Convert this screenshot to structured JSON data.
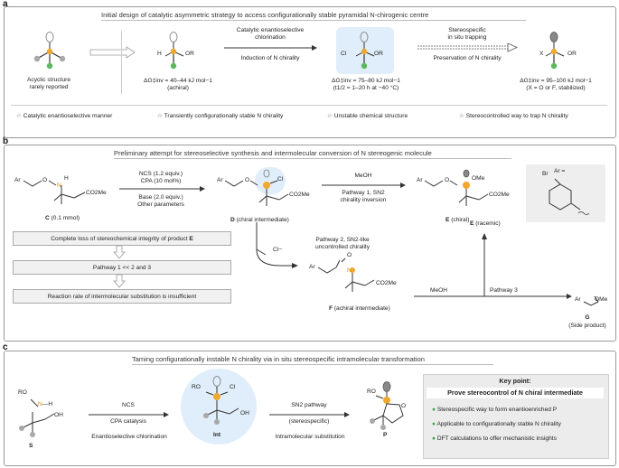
{
  "a": {
    "letter": "a",
    "title": "Initial design of catalytic asymmetric strategy to access configurationally stable pyramidal N-chirogenic centre",
    "mol1_label1": "Acyclic structure",
    "mol1_label2": "rarely reported",
    "mol2_H": "H",
    "mol2_OR": "OR",
    "mol2_dg": "ΔG‡inv = 40–44 kJ mol−1",
    "mol2_sub": "(achiral)",
    "arrow1_top1": "Catalytic enantioselective",
    "arrow1_top2": "chlorination",
    "arrow1_bottom": "Induction of N chirality",
    "mol3_Cl": "Cl",
    "mol3_OR": "OR",
    "mol3_dg": "ΔG‡inv = 75–80 kJ mol−1",
    "mol3_sub": "(t1/2 = 1–20 h at −40 °C)",
    "arrow2_top1": "Stereospecific",
    "arrow2_top2": "in situ trapping",
    "arrow2_bottom": "Preservation of N chirality",
    "mol4_X": "X",
    "mol4_OR": "OR",
    "mol4_dg": "ΔG‡inv = 95–100 kJ mol−1",
    "mol4_sub": "(X = O or F, stabilized)",
    "features": [
      "Catalytic enantioselective manner",
      "Transiently configurationally stable N chirality",
      "Unstable chemical structure",
      "Stereocontrolled way to trap N chirality"
    ]
  },
  "b": {
    "letter": "b",
    "title": "Preliminary attempt for stereoselective synthesis and intermolecular conversion of N stereogenic molecule",
    "Ar": "Ar",
    "O": "O",
    "N": "N",
    "H": "H",
    "Cl": "Cl",
    "OMe": "OMe",
    "CO2Me": "CO2Me",
    "C_label": "C (0.1 mmol)",
    "cond1": "NCS (1.2 equiv.)",
    "cond2": "CPA (10 mol%)",
    "cond3": "Base (2.0 equiv.)",
    "cond4": "Other parameters",
    "D_label": "D (chiral intermediate)",
    "meoh": "MeOH",
    "path1": "Pathway 1, SN2",
    "path1b": "chirality inversion",
    "E_label": "E (chiral)",
    "ar_def": "Ar =",
    "Br": "Br",
    "box1": "Complete loss of stereochemical integrity of product E",
    "box2": "Pathway 1 << 2 and 3",
    "box3": "Reaction rate of intermolecular substitution is insufficient",
    "cl_minus": "Cl−",
    "path2": "Pathway 2, SN2-like",
    "path2b": "uncontrolled chirality",
    "E_rac": "E (racemic)",
    "meoh2": "MeOH",
    "path3": "Pathway 3",
    "F_label": "F (achiral intermediate)",
    "G_label": "G",
    "G_sub": "(Side product)"
  },
  "c": {
    "letter": "c",
    "title": "Taming configurationally instable N chirality via in situ stereospecific intramolecular transformation",
    "RO": "RO",
    "NH": "N—H",
    "OH": "OH",
    "S_label": "S",
    "arrow1_top1": "NCS",
    "arrow1_top2": "CPA catalysis",
    "arrow1_bottom": "Enantioselective chlorination",
    "Int_label": "Int",
    "arrow2_top1": "SN2 pathway",
    "arrow2_top2": "(stereospecific)",
    "arrow2_bottom": "Intramolecular substitution",
    "P_label": "P",
    "key_title": "Key point:",
    "key_sub": "Prove stereocontrol of N chiral intermediate",
    "key_items": [
      "Stereospecific way to form enantioenriched P",
      "Applicable to configurationally stable N chirality",
      "DFT calculations to offer mechanistic insights"
    ]
  },
  "colors": {
    "nitrogen": "#f0a830",
    "green": "#5cb85c",
    "grey": "#a8a8a8",
    "highlight": "#dfeefa",
    "keybullet": "#3aa14a"
  }
}
